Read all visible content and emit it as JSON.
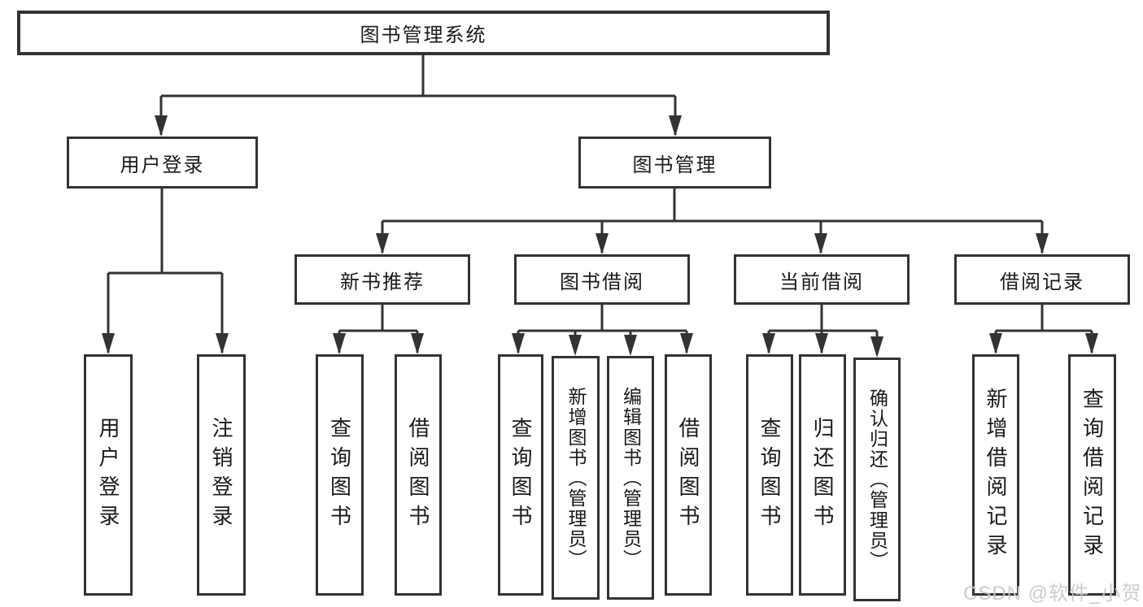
{
  "diagram": {
    "title": "图书管理系统",
    "tree": {
      "root": {
        "label": "图书管理系统",
        "children": [
          {
            "label": "用户登录",
            "children": [
              {
                "label": "用户登录"
              },
              {
                "label": "注销登录"
              }
            ]
          },
          {
            "label": "图书管理",
            "children": [
              {
                "label": "新书推荐",
                "children": [
                  {
                    "label": "查询图书"
                  },
                  {
                    "label": "借阅图书"
                  }
                ]
              },
              {
                "label": "图书借阅",
                "children": [
                  {
                    "label": "查询图书"
                  },
                  {
                    "label": "新增图书（管理员）"
                  },
                  {
                    "label": "编辑图书（管理员）"
                  },
                  {
                    "label": "借阅图书"
                  }
                ]
              },
              {
                "label": "当前借阅",
                "children": [
                  {
                    "label": "查询图书"
                  },
                  {
                    "label": "归还图书"
                  },
                  {
                    "label": "确认归还（管理员）"
                  }
                ]
              },
              {
                "label": "借阅记录",
                "children": [
                  {
                    "label": "新增借阅记录"
                  },
                  {
                    "label": "查询借阅记录"
                  }
                ]
              }
            ]
          }
        ]
      }
    }
  },
  "watermark": {
    "text": "CSDN @软件_小贺同学"
  },
  "colors": {
    "line": "#333333",
    "box_border": "#333333",
    "text": "#1a1a1a",
    "background": "#ffffff",
    "watermark": "#c8c8c8"
  }
}
